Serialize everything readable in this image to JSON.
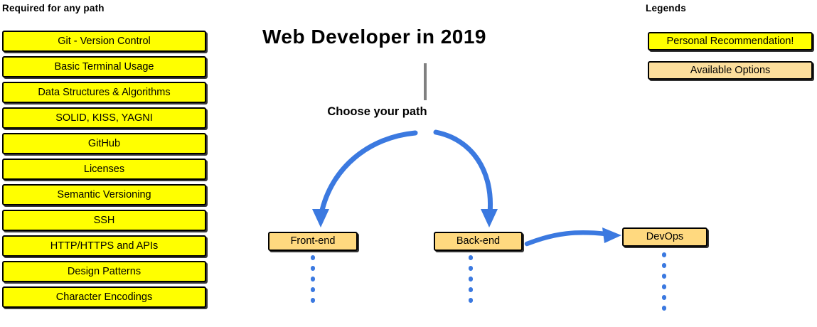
{
  "meta": {
    "title": "Web Developer in 2019",
    "choose_path_label": "Choose your path"
  },
  "colors": {
    "recommendation_yellow": "#FFFF00",
    "available_option_tan": "#FFD97F",
    "legend_option_tan": "#FCDE9C",
    "arrow_blue": "#3B79E0",
    "dot_blue": "#3B79E0",
    "stem_grey": "#808080",
    "border_black": "#000000",
    "background": "#FFFFFF"
  },
  "required_column": {
    "heading": "Required for any path",
    "items": [
      {
        "label": "Git - Version Control"
      },
      {
        "label": "Basic Terminal Usage"
      },
      {
        "label": "Data Structures & Algorithms"
      },
      {
        "label": "SOLID, KISS, YAGNI"
      },
      {
        "label": "GitHub"
      },
      {
        "label": "Licenses"
      },
      {
        "label": "Semantic Versioning"
      },
      {
        "label": "SSH"
      },
      {
        "label": "HTTP/HTTPS and APIs"
      },
      {
        "label": "Design Patterns"
      },
      {
        "label": "Character Encodings"
      }
    ]
  },
  "paths": [
    {
      "label": "Front-end",
      "kind": "available-option"
    },
    {
      "label": "Back-end",
      "kind": "available-option"
    },
    {
      "label": "DevOps",
      "kind": "available-option"
    }
  ],
  "legends": {
    "heading": "Legends",
    "items": [
      {
        "label": "Personal Recommendation!",
        "swatch": "#FFFF00"
      },
      {
        "label": "Available Options",
        "swatch": "#FCDE9C"
      }
    ]
  },
  "connectors": [
    {
      "name": "title-stem",
      "type": "line",
      "icon": "vertical-stem"
    },
    {
      "name": "arrow-to-frontend",
      "type": "curve",
      "icon": "curved-arrow-down-left"
    },
    {
      "name": "arrow-to-backend",
      "type": "curve",
      "icon": "curved-arrow-down-right"
    },
    {
      "name": "arrow-backend-to-devops",
      "type": "curve",
      "icon": "curved-arrow-right"
    },
    {
      "name": "frontend-continuation",
      "type": "dots",
      "icon": "dotted-line-vertical"
    },
    {
      "name": "backend-continuation",
      "type": "dots",
      "icon": "dotted-line-vertical"
    },
    {
      "name": "devops-continuation",
      "type": "dots",
      "icon": "dotted-line-vertical"
    }
  ]
}
